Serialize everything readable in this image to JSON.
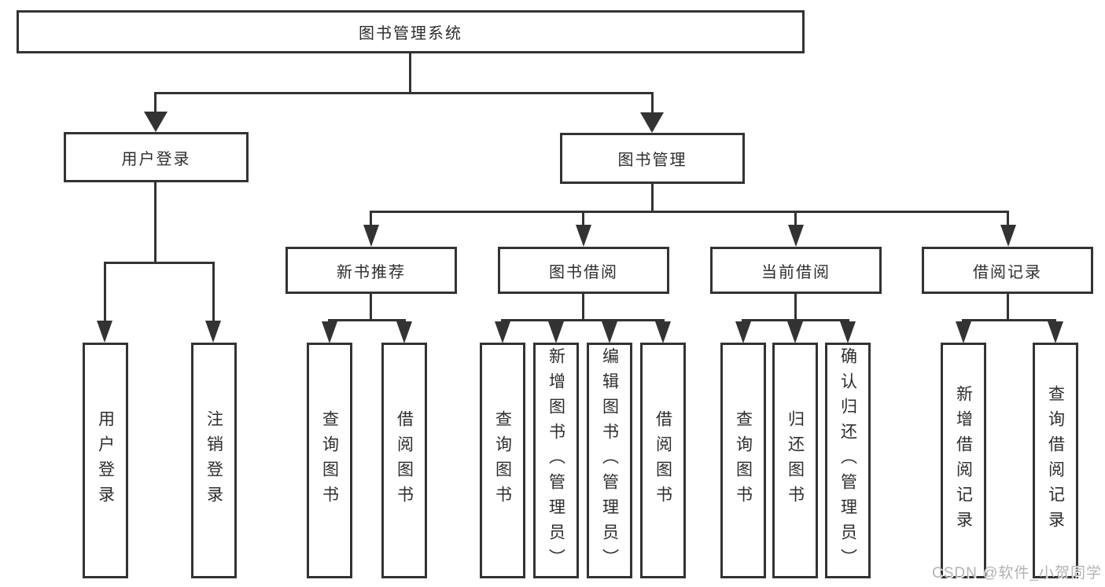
{
  "tree": {
    "root": "图书管理系统",
    "login": {
      "label": "用户登录",
      "children": [
        "用户登录",
        "注销登录"
      ]
    },
    "mgmt": {
      "label": "图书管理",
      "sections": [
        {
          "label": "新书推荐",
          "children": [
            "查询图书",
            "借阅图书"
          ]
        },
        {
          "label": "图书借阅",
          "children": [
            "查询图书",
            "新增图书（管理员）",
            "编辑图书（管理员）",
            "借阅图书"
          ]
        },
        {
          "label": "当前借阅",
          "children": [
            "查询图书",
            "归还图书",
            "确认归还（管理员）"
          ]
        },
        {
          "label": "借阅记录",
          "children": [
            "新增借阅记录",
            "查询借阅记录"
          ]
        }
      ]
    }
  },
  "watermark": "CSDN @软件_小贺同学",
  "colors": {
    "line": "#333333",
    "text": "#2d2d2d",
    "watermark": "#b3b3b3"
  }
}
